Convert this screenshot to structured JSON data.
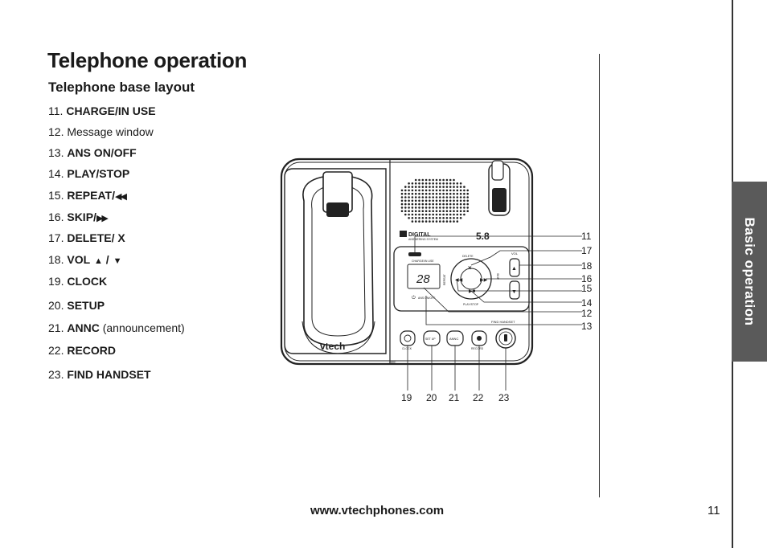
{
  "page": {
    "title": "Telephone operation",
    "section_title": "Telephone base layout",
    "footer_url": "www.vtechphones.com",
    "page_number": "11",
    "side_tab": "Basic operation"
  },
  "legend": [
    {
      "num": "11.",
      "label": "CHARGE/IN USE",
      "suffix": ""
    },
    {
      "num": "12.",
      "label": "Message window",
      "suffix": ""
    },
    {
      "num": "13.",
      "label": "ANS ON/OFF",
      "suffix": ""
    },
    {
      "num": "14.",
      "label": "PLAY/STOP",
      "suffix": ""
    },
    {
      "num": "15.",
      "label": "REPEAT/",
      "suffix": ""
    },
    {
      "num": "16.",
      "label": "SKIP/",
      "suffix": ""
    },
    {
      "num": "17.",
      "label": "DELETE/ X",
      "suffix": ""
    },
    {
      "num": "18.",
      "label": "VOL",
      "suffix": ""
    },
    {
      "num": "19.",
      "label": "CLOCK",
      "suffix": ""
    },
    {
      "num": "20.",
      "label": "SETUP",
      "suffix": ""
    },
    {
      "num": "21.",
      "label": "ANNC",
      "suffix": "(announcement)"
    },
    {
      "num": "22.",
      "label": "RECORD",
      "suffix": ""
    },
    {
      "num": "23.",
      "label": "FIND HANDSET",
      "suffix": ""
    }
  ],
  "diagram": {
    "brand": "vtech",
    "badge_digital": "DIGITAL",
    "badge_system": "ANSWERING SYSTEM",
    "freq": "5.8",
    "charge_label": "CHARGE/IN USE",
    "window_digits": "28",
    "ans_label": "ANS ON/OFF",
    "delete_label": "DELETE",
    "repeat_label": "REPEAT",
    "skip_label": "SKIP",
    "play_label": "PLAY/STOP",
    "vol_label": "VOL",
    "find_label": "FIND HANDSET",
    "clock_label": "CLOCK",
    "setup_label": "SET UP",
    "annc_label": "ANNC",
    "record_label": "RECORD",
    "mic_label": "MIC",
    "callouts_right": [
      "11",
      "17",
      "18",
      "16",
      "15",
      "14",
      "12",
      "13"
    ],
    "callouts_bottom": [
      "19",
      "20",
      "21",
      "22",
      "23"
    ]
  }
}
